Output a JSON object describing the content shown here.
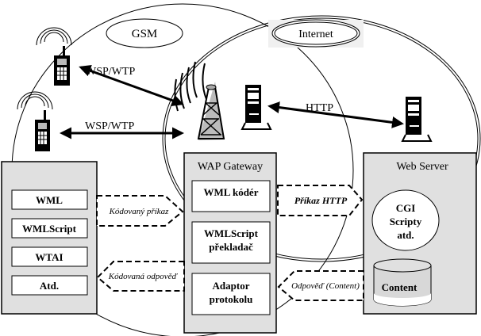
{
  "clouds": {
    "gsm_label": "GSM",
    "internet_label": "Internet"
  },
  "links": {
    "wsp_top": "WSP/WTP",
    "wsp_bottom": "WSP/WTP",
    "http": "HTTP"
  },
  "client": {
    "items": [
      "WML",
      "WMLScript",
      "WTAI",
      "Atd."
    ]
  },
  "gateway": {
    "title": "WAP Gateway",
    "items": [
      {
        "line1": "WML kódér",
        "line2": ""
      },
      {
        "line1": "WMLScript",
        "line2": "překladač"
      },
      {
        "line1": "Adaptor",
        "line2": "protokolu"
      }
    ]
  },
  "arrows": {
    "encoded_request": "Kódovaný příkaz",
    "encoded_response": "Kódovaná odpověď",
    "http_request": "Příkaz HTTP",
    "http_response": "Odpověď (Content)"
  },
  "webserver": {
    "title": "Web Server",
    "cgi_line1": "CGI",
    "cgi_line2": "Scripty",
    "cgi_line3": "atd.",
    "content_label": "Content"
  },
  "icons": [
    "mobile-phone-icon",
    "mobile-phone-icon",
    "antenna-tower-icon",
    "server-icon",
    "server-icon",
    "database-icon"
  ]
}
